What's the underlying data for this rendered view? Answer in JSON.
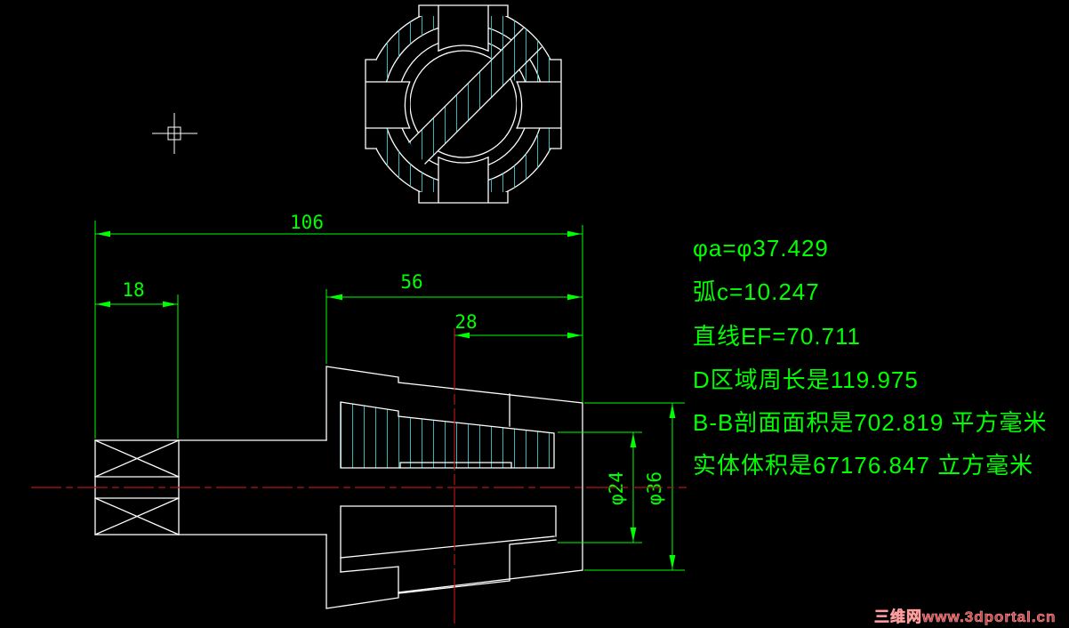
{
  "annotations": {
    "lines": [
      "φa=φ37.429",
      "弧c=10.247",
      "直线EF=70.711",
      "D区域周长是119.975",
      "B-B剖面面积是702.819 平方毫米",
      "实体体积是67176.847 立方毫米"
    ]
  },
  "dimensions": {
    "total_length": "106",
    "left_section": "18",
    "cone_length": "56",
    "tip_length": "28",
    "bore_diameter": "φ24",
    "outer_diameter": "φ36"
  },
  "watermark": {
    "text": "三维网www.3dportal.cn"
  },
  "colors": {
    "background": "#000000",
    "part_lines": "#ffffff",
    "dimension_green": "#00ff00",
    "hatch_cyan": "#35b8b8",
    "centerline_red": "#b81414",
    "watermark_pink": "#c54848"
  }
}
